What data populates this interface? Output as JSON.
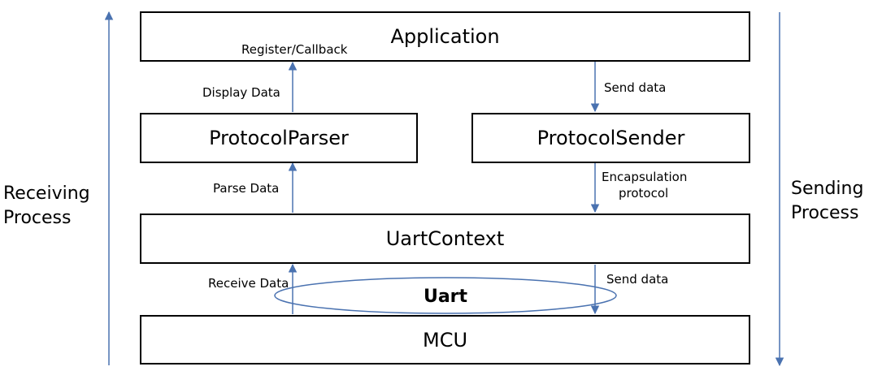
{
  "layers": {
    "application": "Application",
    "protocol_parser": "ProtocolParser",
    "protocol_sender": "ProtocolSender",
    "uart_context": "UartContext",
    "mcu": "MCU"
  },
  "uart_label": "Uart",
  "side_labels": {
    "receiving": [
      "Receiving",
      "Process"
    ],
    "sending": [
      "Sending",
      "Process"
    ]
  },
  "edge_labels": {
    "register_callback": "Register/Callback",
    "display_data": "Display Data",
    "send_data_top": "Send data",
    "parse_data": "Parse Data",
    "encapsulation": [
      "Encapsulation",
      "protocol"
    ],
    "receive_data": "Receive Data",
    "send_data_bottom": "Send data"
  },
  "colors": {
    "arrow": "#4a72b0",
    "border": "#000000"
  }
}
